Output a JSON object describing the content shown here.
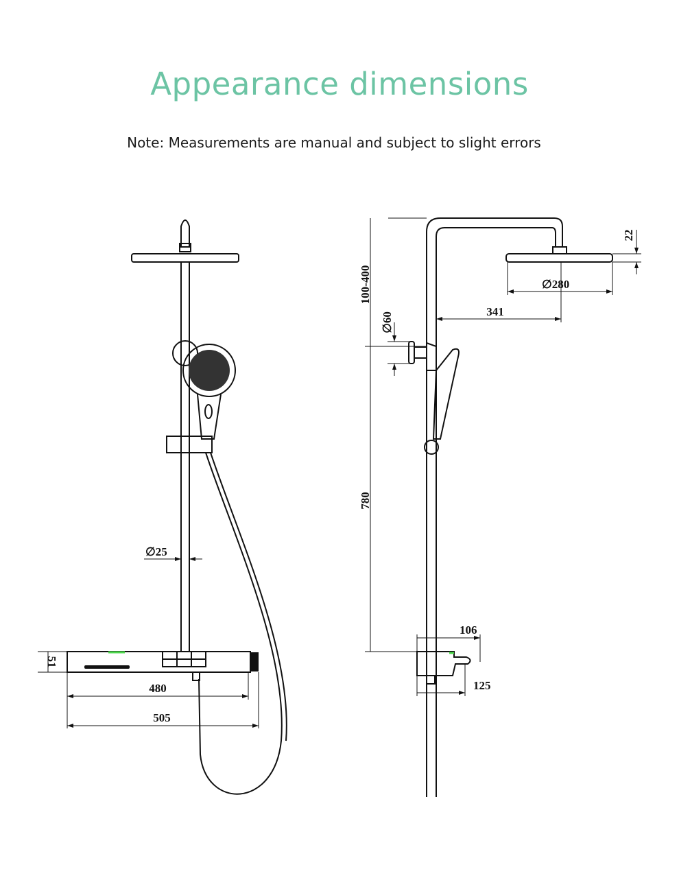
{
  "title": "Appearance dimensions",
  "note": "Note: Measurements are manual and subject to slight errors",
  "front_view": {
    "pole_diameter": "∅25",
    "shelf_height": "51",
    "shelf_width": "480",
    "total_width": "505"
  },
  "side_view": {
    "arm_range": "100-400",
    "head_thickness": "22",
    "head_diameter": "∅280",
    "arm_reach": "341",
    "bracket_diameter": "∅60",
    "bar_length": "780",
    "spout_106": "106",
    "spout_125": "125"
  },
  "colors": {
    "title": "#6cc4a4",
    "indicator": "#4cd84c"
  }
}
